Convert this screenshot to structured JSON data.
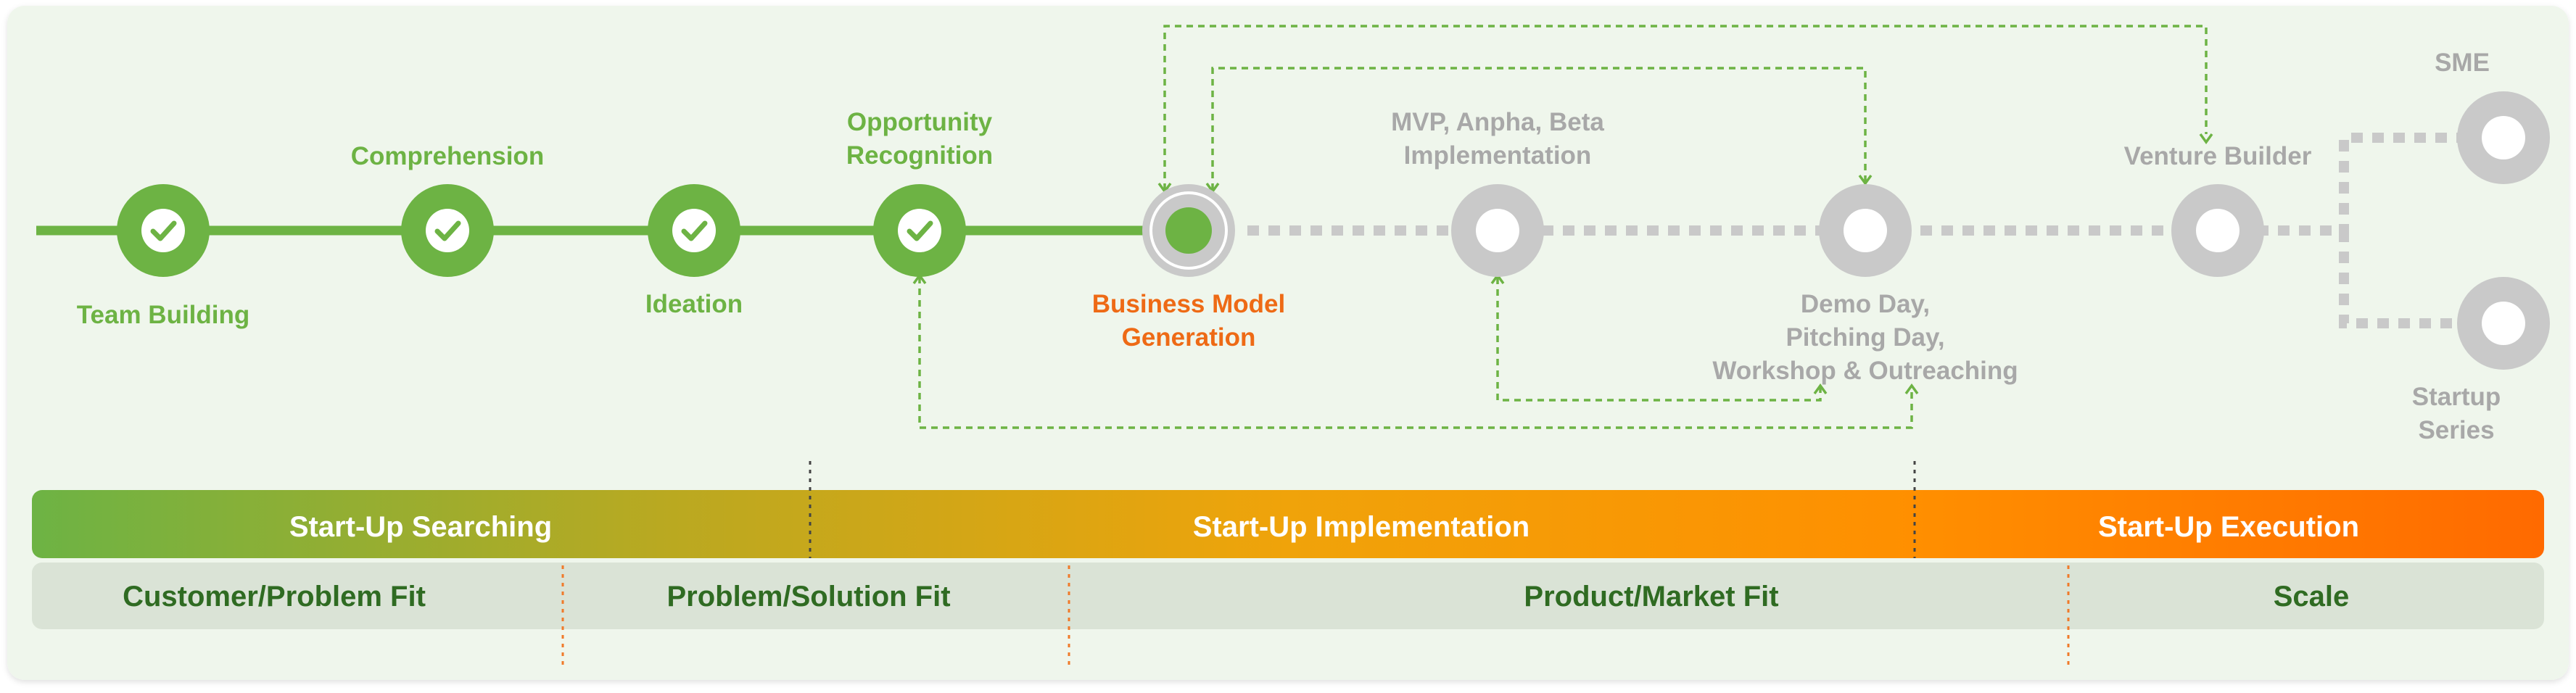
{
  "colors": {
    "panel_bg": "#eff6ec",
    "green": "#6db344",
    "gray": "#c9c9c9",
    "gray_text": "#a8a8a8",
    "orange": "#ee6a15",
    "dark_green_text": "#2f6b22",
    "fit_bar": "#dae3d6"
  },
  "milestones": [
    {
      "label_lines": [
        "Team Building"
      ],
      "status": "done",
      "icon": "check-icon"
    },
    {
      "label_lines": [
        "Comprehension"
      ],
      "status": "done",
      "icon": "check-icon"
    },
    {
      "label_lines": [
        "Ideation"
      ],
      "status": "done",
      "icon": "check-icon"
    },
    {
      "label_lines": [
        "Opportunity",
        "Recognition"
      ],
      "status": "done",
      "icon": "check-icon"
    },
    {
      "label_lines": [
        "Business Model",
        "Generation"
      ],
      "status": "current",
      "icon": "dot-icon"
    },
    {
      "label_lines": [
        "MVP, Anpha, Beta",
        "Implementation"
      ],
      "status": "upcoming",
      "icon": "ring-icon"
    },
    {
      "label_lines": [
        "Demo Day,",
        "Pitching Day,",
        "Workshop & Outreaching"
      ],
      "status": "upcoming",
      "icon": "ring-icon"
    },
    {
      "label_lines": [
        "Venture Builder"
      ],
      "status": "upcoming",
      "icon": "ring-icon"
    },
    {
      "label_lines": [
        "SME"
      ],
      "status": "upcoming",
      "icon": "ring-icon"
    },
    {
      "label_lines": [
        "Startup",
        "Series"
      ],
      "status": "upcoming",
      "icon": "ring-icon"
    }
  ],
  "stage_bar": {
    "segments": [
      "Start-Up Searching",
      "Start-Up Implementation",
      "Start-Up Execution"
    ],
    "gradient": [
      "#6db344",
      "#b9a921",
      "#f0a30a",
      "#ff8f00",
      "#ff6a00"
    ]
  },
  "fit_bar": {
    "segments": [
      "Customer/Problem Fit",
      "Problem/Solution Fit",
      "Product/Market Fit",
      "Scale"
    ]
  }
}
